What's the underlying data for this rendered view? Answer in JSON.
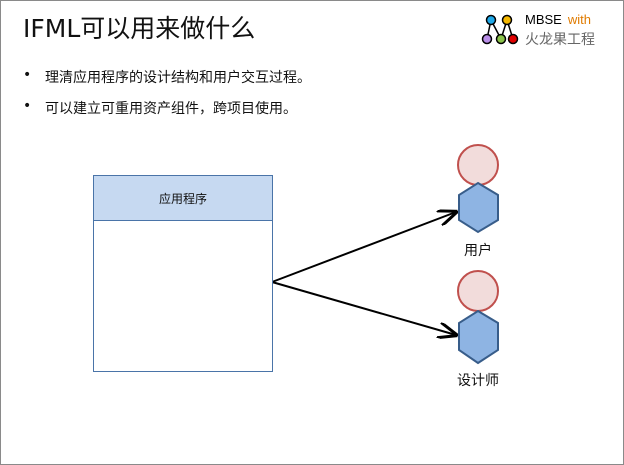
{
  "title": "IFML可以用来做什么",
  "logo": {
    "line1": "MBSE",
    "line1_accent": "with",
    "line2": "火龙果工程"
  },
  "bullets": [
    "理清应用程序的设计结构和用户交互过程。",
    "可以建立可重用资产组件，跨项目使用。"
  ],
  "diagram": {
    "app_label": "应用程序",
    "actors": [
      "用户",
      "设计师"
    ]
  },
  "colors": {
    "accent": "#e07b00",
    "box_fill": "#c6d9f1",
    "actor_head": "#f2dcdb",
    "actor_body": "#8eb4e3"
  }
}
